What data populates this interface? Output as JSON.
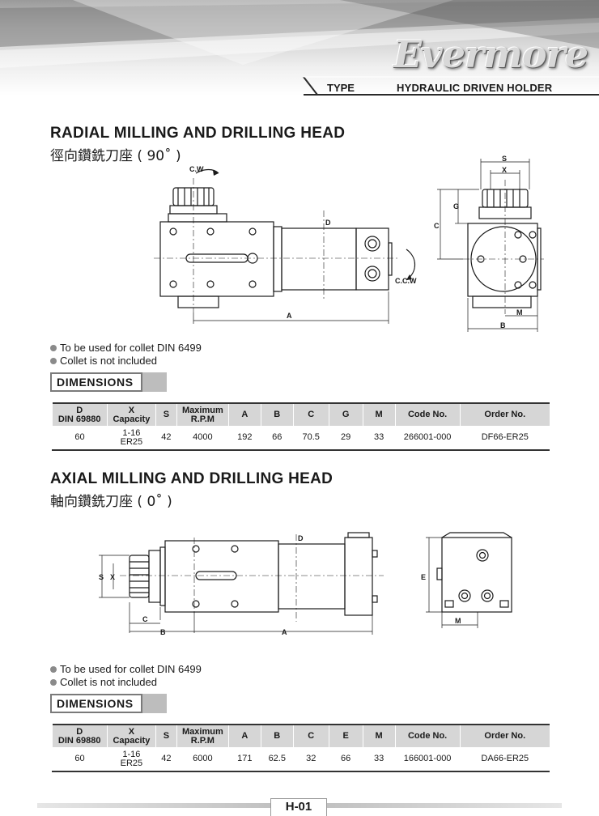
{
  "header": {
    "logo": "Evermore",
    "type_label": "TYPE",
    "type_value": "HYDRAULIC DRIVEN HOLDER"
  },
  "radial": {
    "title": "RADIAL MILLING AND DRILLING HEAD",
    "subtitle": "徑向鑽銑刀座 ( 90˚ )",
    "labels": {
      "cw": "C.W",
      "ccw": "C.C.W",
      "d": "D",
      "a": "A",
      "s": "S",
      "x": "X",
      "g": "G",
      "c": "C",
      "m": "M",
      "b": "B"
    },
    "notes": [
      "To be used for collet DIN 6499",
      "Collet is not included"
    ],
    "dim_tab": "DIMENSIONS",
    "table": {
      "headers": [
        [
          "D",
          "DIN 69880"
        ],
        [
          "X",
          "Capacity"
        ],
        [
          "S"
        ],
        [
          "Maximum",
          "R.P.M"
        ],
        [
          "A"
        ],
        [
          "B"
        ],
        [
          "C"
        ],
        [
          "G"
        ],
        [
          "M"
        ],
        [
          "Code No."
        ],
        [
          "Order No."
        ]
      ],
      "row": [
        "60",
        "1-16\nER25",
        "42",
        "4000",
        "192",
        "66",
        "70.5",
        "29",
        "33",
        "266001-000",
        "DF66-ER25"
      ]
    }
  },
  "axial": {
    "title": "AXIAL MILLING AND DRILLING HEAD",
    "subtitle": "軸向鑽銑刀座 ( 0˚ )",
    "labels": {
      "d": "D",
      "s": "S",
      "x": "X",
      "c": "C",
      "b": "B",
      "a": "A",
      "e": "E",
      "m": "M"
    },
    "notes": [
      "To be used for collet DIN 6499",
      "Collet is not included"
    ],
    "dim_tab": "DIMENSIONS",
    "table": {
      "headers": [
        [
          "D",
          "DIN 69880"
        ],
        [
          "X",
          "Capacity"
        ],
        [
          "S"
        ],
        [
          "Maximum",
          "R.P.M"
        ],
        [
          "A"
        ],
        [
          "B"
        ],
        [
          "C"
        ],
        [
          "E"
        ],
        [
          "M"
        ],
        [
          "Code No."
        ],
        [
          "Order No."
        ]
      ],
      "row": [
        "60",
        "1-16\nER25",
        "42",
        "6000",
        "171",
        "62.5",
        "32",
        "66",
        "33",
        "166001-000",
        "DA66-ER25"
      ]
    }
  },
  "footer": {
    "page": "H-01"
  }
}
